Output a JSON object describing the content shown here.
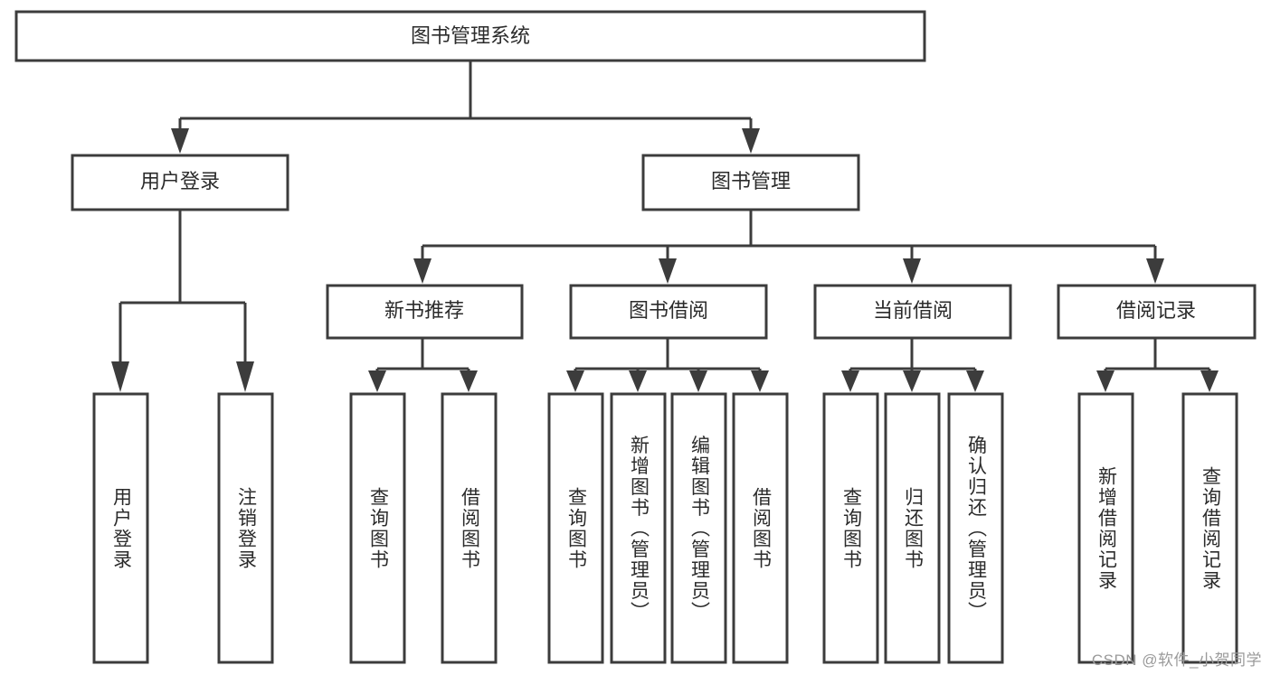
{
  "diagram": {
    "title": "图书管理系统",
    "type": "hierarchy-tree",
    "watermark": "CSDN @软件_小贺同学",
    "colors": {
      "line": "#3c3c3c",
      "box_fill": "#ffffff",
      "text": "#2b2b2b",
      "background": "#ffffff",
      "watermark": "#9a9a9a"
    },
    "levels": [
      {
        "level": 1,
        "nodes": [
          {
            "id": "root",
            "label": "图书管理系统",
            "orientation": "horizontal"
          }
        ]
      },
      {
        "level": 2,
        "nodes": [
          {
            "id": "login",
            "label": "用户登录",
            "orientation": "horizontal",
            "parent": "root"
          },
          {
            "id": "bookmgmt",
            "label": "图书管理",
            "orientation": "horizontal",
            "parent": "root"
          }
        ]
      },
      {
        "level": 3,
        "nodes": [
          {
            "id": "newbook",
            "label": "新书推荐",
            "orientation": "horizontal",
            "parent": "bookmgmt"
          },
          {
            "id": "borrow",
            "label": "图书借阅",
            "orientation": "horizontal",
            "parent": "bookmgmt"
          },
          {
            "id": "current",
            "label": "当前借阅",
            "orientation": "horizontal",
            "parent": "bookmgmt"
          },
          {
            "id": "records",
            "label": "借阅记录",
            "orientation": "horizontal",
            "parent": "bookmgmt"
          }
        ]
      },
      {
        "level": 4,
        "nodes": [
          {
            "id": "leaf1",
            "label": "用户登录",
            "orientation": "vertical",
            "parent": "login"
          },
          {
            "id": "leaf2",
            "label": "注销登录",
            "orientation": "vertical",
            "parent": "login"
          },
          {
            "id": "leaf3",
            "label": "查询图书",
            "orientation": "vertical",
            "parent": "newbook"
          },
          {
            "id": "leaf4",
            "label": "借阅图书",
            "orientation": "vertical",
            "parent": "newbook"
          },
          {
            "id": "leaf5",
            "label": "查询图书",
            "orientation": "vertical",
            "parent": "borrow"
          },
          {
            "id": "leaf6",
            "label": "新增图书（管理员）",
            "orientation": "vertical",
            "parent": "borrow"
          },
          {
            "id": "leaf7",
            "label": "编辑图书（管理员）",
            "orientation": "vertical",
            "parent": "borrow"
          },
          {
            "id": "leaf8",
            "label": "借阅图书",
            "orientation": "vertical",
            "parent": "borrow"
          },
          {
            "id": "leaf9",
            "label": "查询图书",
            "orientation": "vertical",
            "parent": "current"
          },
          {
            "id": "leaf10",
            "label": "归还图书",
            "orientation": "vertical",
            "parent": "current"
          },
          {
            "id": "leaf11",
            "label": "确认归还（管理员）",
            "orientation": "vertical",
            "parent": "current"
          },
          {
            "id": "leaf12",
            "label": "新增借阅记录",
            "orientation": "vertical",
            "parent": "records"
          },
          {
            "id": "leaf13",
            "label": "查询借阅记录",
            "orientation": "vertical",
            "parent": "records"
          }
        ]
      }
    ]
  }
}
